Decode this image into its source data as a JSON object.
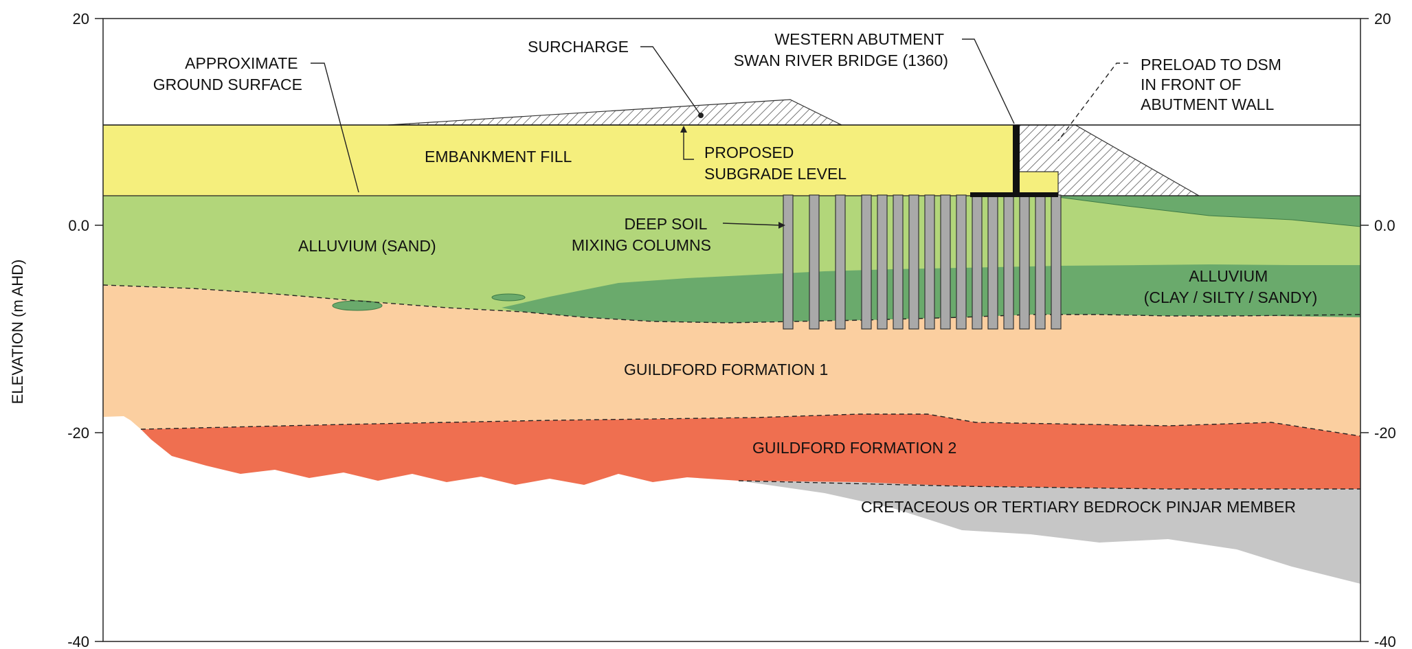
{
  "y_axis": {
    "label": "ELEVATION (m AHD)",
    "left_ticks": [
      "20",
      "0.0",
      "-20",
      "-40"
    ],
    "right_ticks": [
      "20",
      "0.0",
      "-20",
      "-40"
    ]
  },
  "labels": {
    "approx_ground": [
      "APPROXIMATE",
      "GROUND SURFACE"
    ],
    "surcharge": "SURCHARGE",
    "western_abutment": [
      "WESTERN ABUTMENT",
      "SWAN RIVER BRIDGE (1360)"
    ],
    "preload": [
      "PRELOAD TO DSM",
      "IN FRONT OF",
      "ABUTMENT WALL"
    ],
    "embankment_fill": "EMBANKMENT FILL",
    "proposed_subgrade": [
      "PROPOSED",
      "SUBGRADE LEVEL"
    ],
    "deep_soil_mixing": [
      "DEEP SOIL",
      "MIXING COLUMNS"
    ],
    "alluvium_sand": "ALLUVIUM (SAND)",
    "alluvium_clay": [
      "ALLUVIUM",
      "(CLAY / SILTY / SANDY)"
    ],
    "guildford_1": "GUILDFORD FORMATION 1",
    "guildford_2": "GUILDFORD FORMATION 2",
    "bedrock": "CRETACEOUS OR TERTIARY BEDROCK PINJAR MEMBER"
  },
  "colors": {
    "embankment_fill": "#f5ef7d",
    "alluvium_sand": "#b2d67a",
    "alluvium_clay": "#6aaa6c",
    "guildford_1": "#fbcfa0",
    "guildford_2": "#ef6f50",
    "bedrock": "#c6c6c6",
    "dsm_column": "#a9a9a9"
  }
}
